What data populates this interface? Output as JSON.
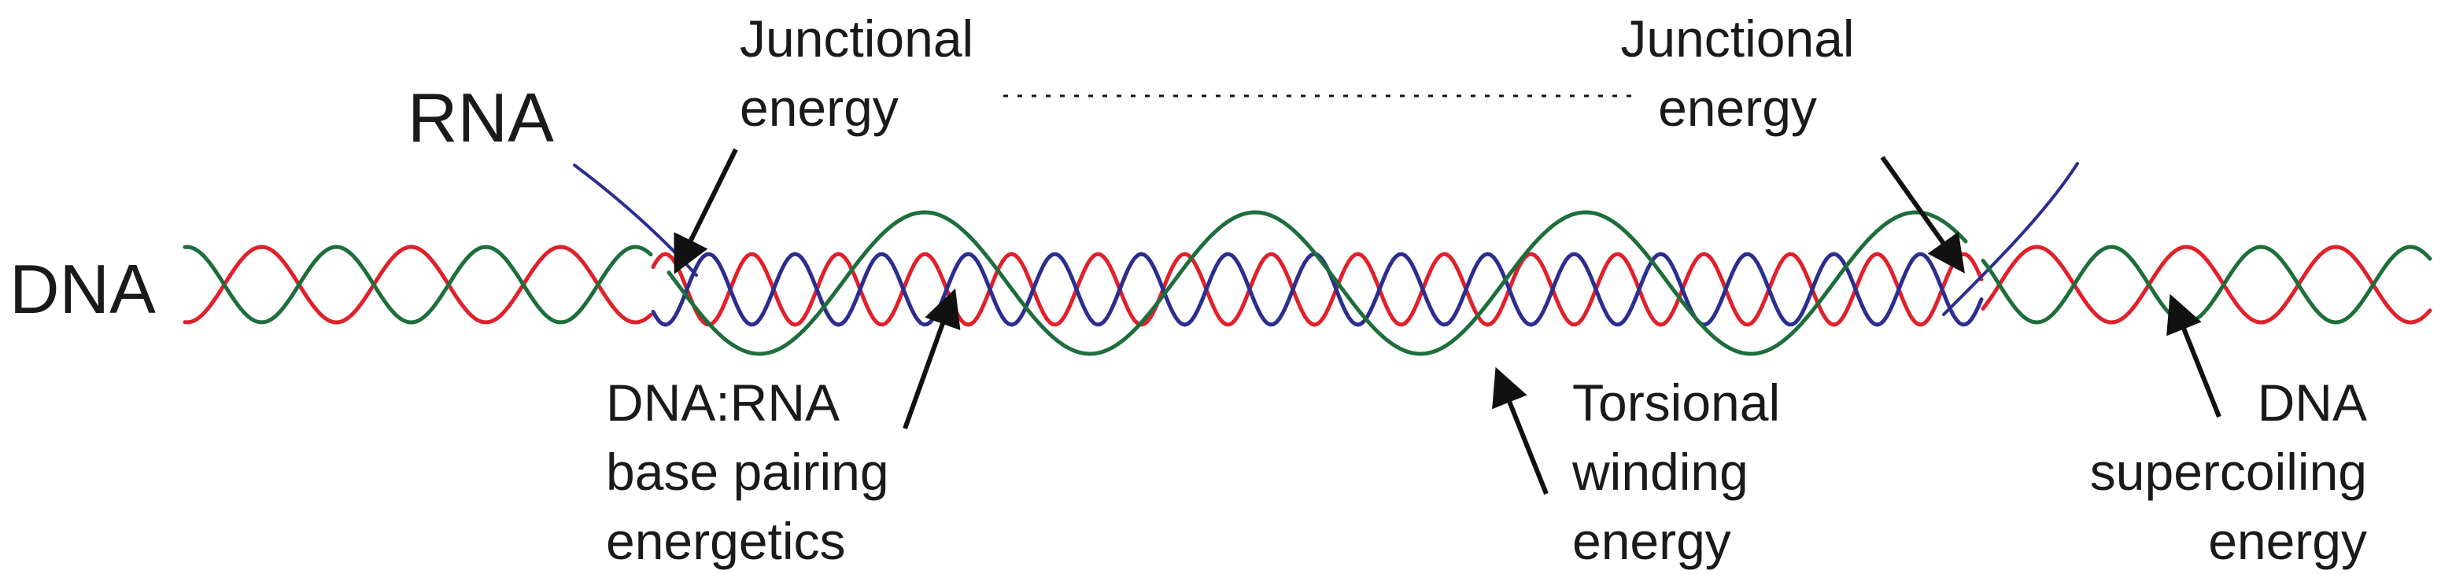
{
  "labels": {
    "dna": "DNA",
    "rna": "RNA",
    "junctional_left": [
      "Junctional",
      "energy"
    ],
    "junctional_right": [
      "Junctional",
      "energy"
    ],
    "base_pairing": [
      "DNA:RNA",
      "base pairing",
      "energetics"
    ],
    "torsional": [
      "Torsional",
      "winding",
      "energy"
    ],
    "supercoiling": [
      "DNA",
      "supercoiling",
      "energy"
    ]
  },
  "colors": {
    "dna_strand_red": "#e0202a",
    "dna_strand_green": "#1e6e3c",
    "rna_strand_blue": "#2b2e8f",
    "arrow": "#111111",
    "text": "#1a1a1a"
  }
}
